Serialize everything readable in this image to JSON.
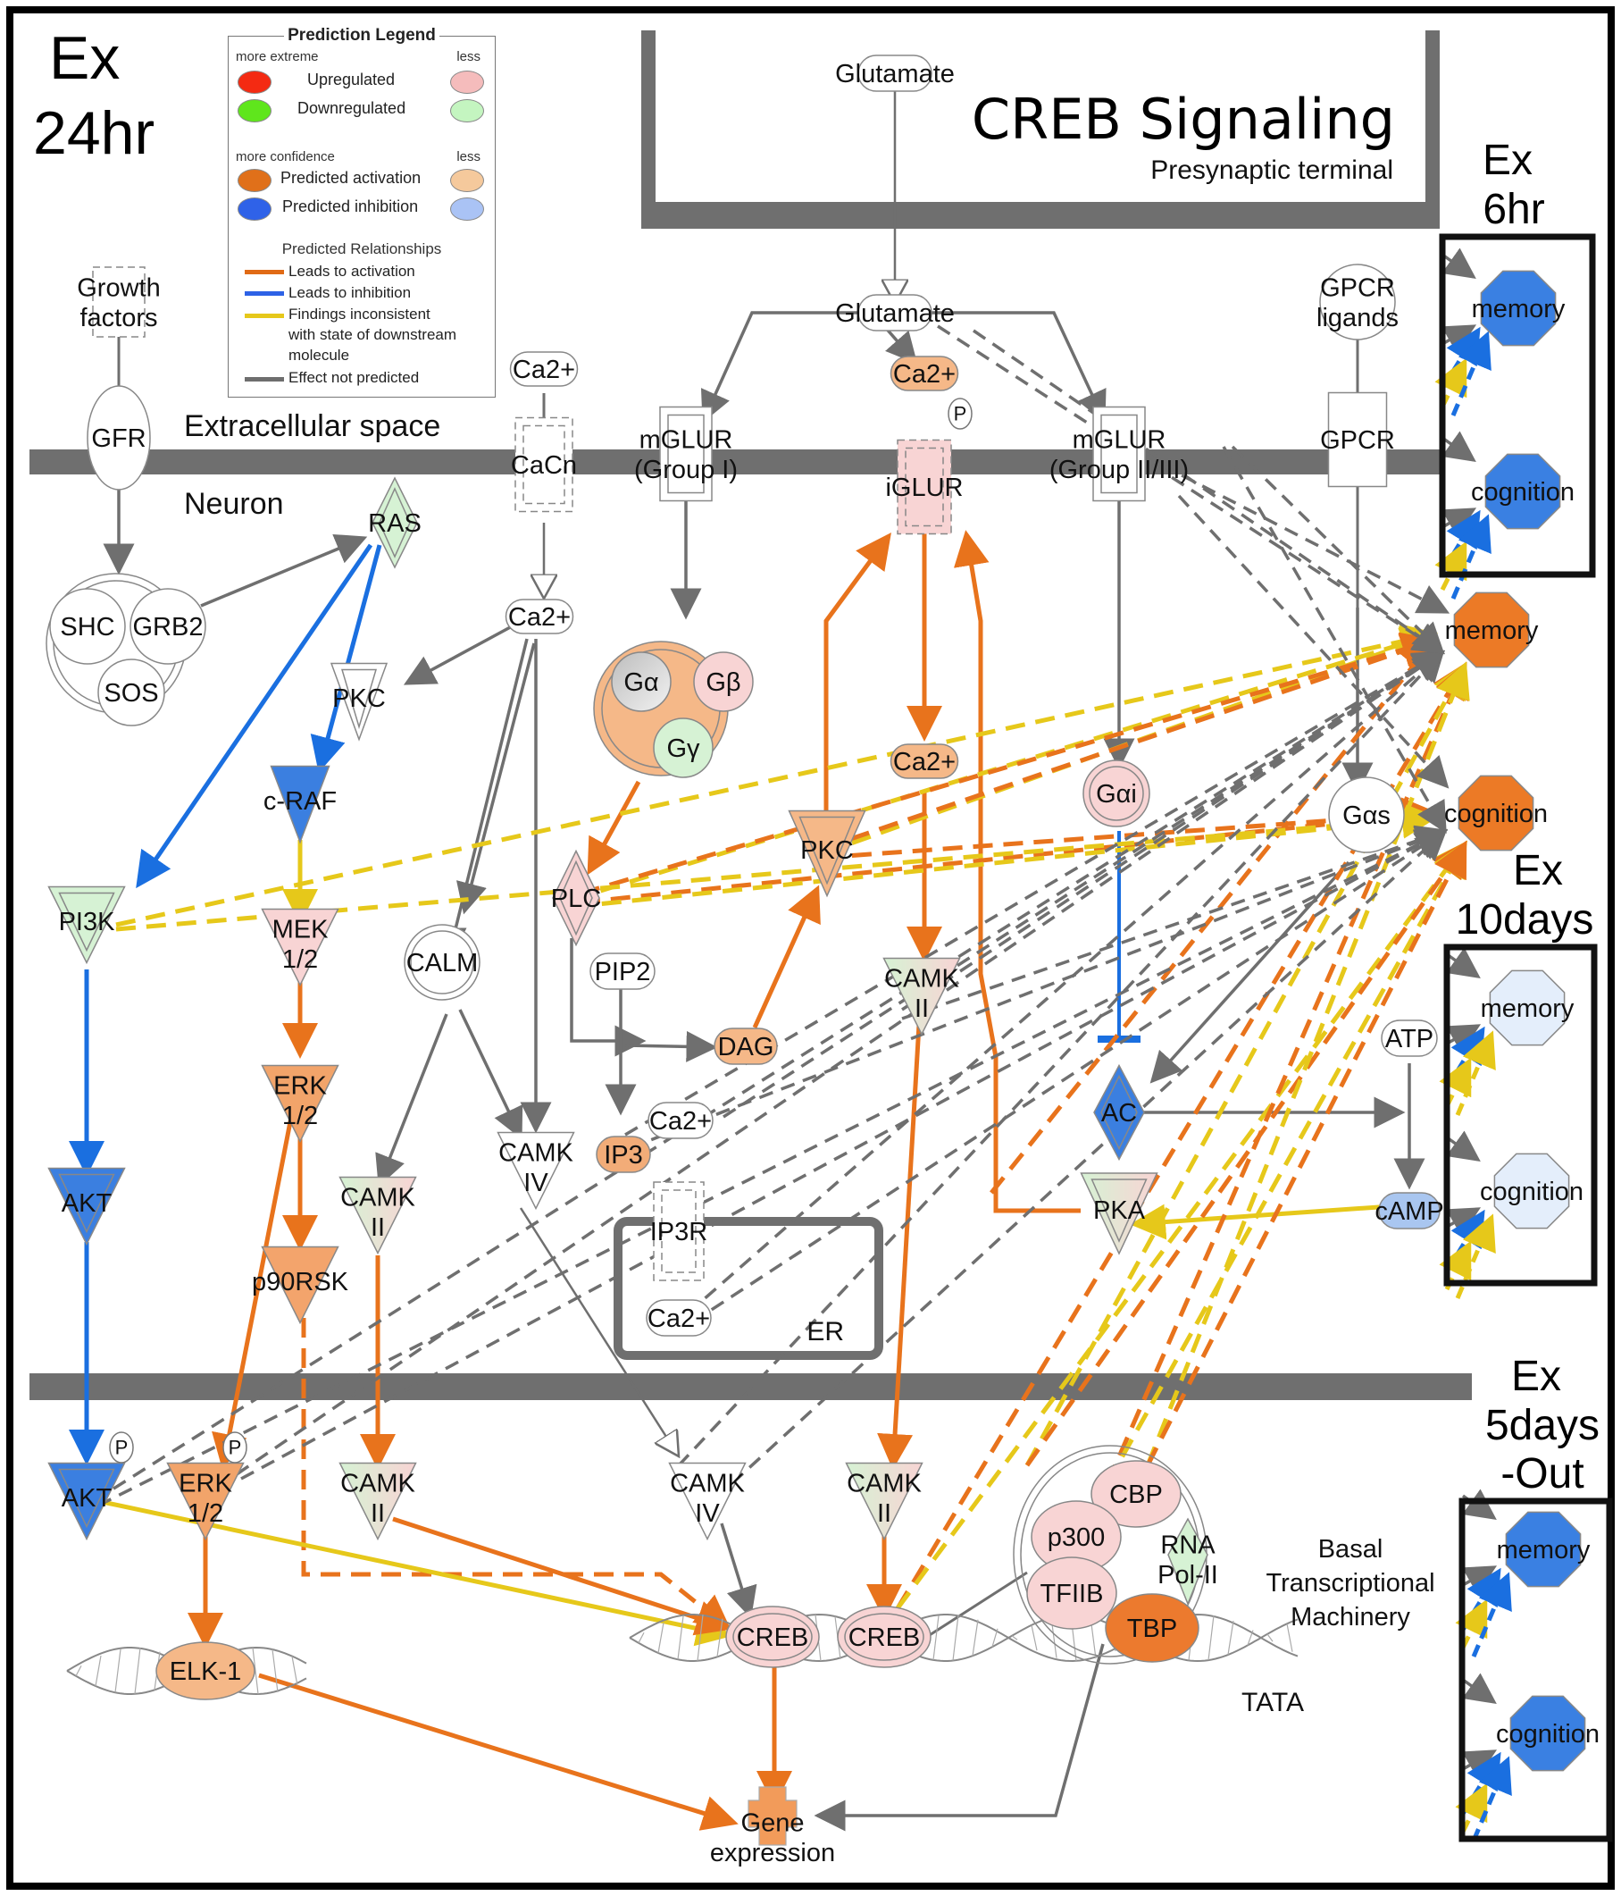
{
  "title": "CREB Signaling",
  "compartments": {
    "presynaptic": "Presynaptic terminal",
    "extracellular": "Extracellular space",
    "neuron": "Neuron",
    "er": "ER",
    "tata": "TATA",
    "basal": [
      "Basal",
      "Transcriptional",
      "Machinery"
    ]
  },
  "conditions": {
    "main": [
      "Ex",
      "24hr"
    ],
    "panel_6hr": [
      "Ex",
      "6hr"
    ],
    "panel_10days": [
      "Ex",
      "10days"
    ],
    "panel_5days_out": [
      "Ex",
      "5days",
      "-Out"
    ]
  },
  "legend": {
    "title": "Prediction Legend",
    "extreme_label": "more extreme",
    "less_label": "less",
    "confidence_label": "more confidence",
    "rows": [
      {
        "label": "Upregulated",
        "strong": "#f42a12",
        "weak": "#f5bcbc"
      },
      {
        "label": "Downregulated",
        "strong": "#5fe61c",
        "weak": "#c4f5c0"
      },
      {
        "label": "Predicted activation",
        "strong": "#e0701a",
        "weak": "#f5c99c"
      },
      {
        "label": "Predicted inhibition",
        "strong": "#2f62e8",
        "weak": "#aac3f5"
      }
    ],
    "relationships_title": "Predicted Relationships",
    "relationships": [
      {
        "label": "Leads to activation",
        "color": "#e06a15"
      },
      {
        "label": "Leads to inhibition",
        "color": "#2d62e6"
      },
      {
        "label": "Findings inconsistent with state of downstream molecule",
        "lines": [
          "Findings inconsistent",
          "with state of downstream",
          "molecule"
        ],
        "color": "#e6c81a"
      },
      {
        "label": "Effect not predicted",
        "color": "#6e6e6e"
      }
    ]
  },
  "colors": {
    "activation": "#e8731c",
    "activation_light": "#f5b888",
    "inhibition": "#1a6fe0",
    "inhibition_node": "#3b7fe0",
    "inhibition_light": "#a9c6f0",
    "inconsistent": "#e6c81a",
    "not_predicted": "#6f6f6f",
    "up_light": "#f8d4d4",
    "down_light": "#d6f2d4",
    "white": "#ffffff",
    "membrane": "#6f6f6f"
  },
  "nodes": {
    "glutamate_pre": "Glutamate",
    "glutamate": "Glutamate",
    "gpcr_ligands": [
      "GPCR",
      "ligands"
    ],
    "growth_factors": [
      "Growth",
      "factors"
    ],
    "gfr": "GFR",
    "ca_ext": "Ca2+",
    "cacn": "CaCn",
    "ca_iglur": "Ca2+",
    "mglur1": [
      "mGLUR",
      "(Group I)"
    ],
    "iglur": "iGLUR",
    "mglur23": [
      "mGLUR",
      "(Group II/III)"
    ],
    "gpcr": "GPCR",
    "shc": "SHC",
    "grb2": "GRB2",
    "sos": "SOS",
    "ras": "RAS",
    "pkc1": "PKC",
    "ca_cyt": "Ca2+",
    "g_alpha": "Gα",
    "g_beta": "Gβ",
    "g_gamma": "Gγ",
    "ca_mid": "Ca2+",
    "g_ai": "Gαi",
    "g_as": "Gαs",
    "craf": "c-RAF",
    "pkc2": "PKC",
    "plc": "PLC",
    "pi3k": "PI3K",
    "mek": [
      "MEK",
      "1/2"
    ],
    "calm": "CALM",
    "pip2": "PIP2",
    "dag": "DAG",
    "camk2_a": [
      "CAMK",
      "II"
    ],
    "atp": "ATP",
    "erk_a": [
      "ERK",
      "1/2"
    ],
    "ac": "AC",
    "ca_ip3": "Ca2+",
    "ip3": "IP3",
    "camk4_a": [
      "CAMK",
      "IV"
    ],
    "akt_a": "AKT",
    "camk2_b": [
      "CAMK",
      "II"
    ],
    "ip3r": "IP3R",
    "pka": "PKA",
    "camp": "cAMP",
    "p90rsk": "p90RSK",
    "ca_er": "Ca2+",
    "akt_b": "AKT",
    "erk_b": [
      "ERK",
      "1/2"
    ],
    "camk2_c": [
      "CAMK",
      "II"
    ],
    "camk4_b": [
      "CAMK",
      "IV"
    ],
    "camk2_d": [
      "CAMK",
      "II"
    ],
    "cbp": "CBP",
    "p300": "p300",
    "rna_pol": [
      "RNA",
      "Pol-II"
    ],
    "tfiib": "TFIIB",
    "tbp": "TBP",
    "creb1": "CREB",
    "creb2": "CREB",
    "elk1": "ELK-1",
    "gene_expression": [
      "Gene",
      "expression"
    ],
    "phospho": "P"
  },
  "functions": {
    "main": [
      {
        "label": "memory",
        "state": "activated",
        "color": "#ec7a26"
      },
      {
        "label": "cognition",
        "state": "activated",
        "color": "#ec7a26"
      }
    ],
    "panel_6hr": [
      {
        "label": "memory",
        "state": "inhibited",
        "color": "#3a80e2"
      },
      {
        "label": "cognition",
        "state": "inhibited",
        "color": "#3a80e2"
      }
    ],
    "panel_10days": [
      {
        "label": "memory",
        "state": "inhibited-weak",
        "color": "#e4eefb"
      },
      {
        "label": "cognition",
        "state": "inhibited-weak",
        "color": "#e4eefb"
      }
    ],
    "panel_5days_out": [
      {
        "label": "memory",
        "state": "inhibited",
        "color": "#3a80e2"
      },
      {
        "label": "cognition",
        "state": "inhibited",
        "color": "#3a80e2"
      }
    ]
  }
}
